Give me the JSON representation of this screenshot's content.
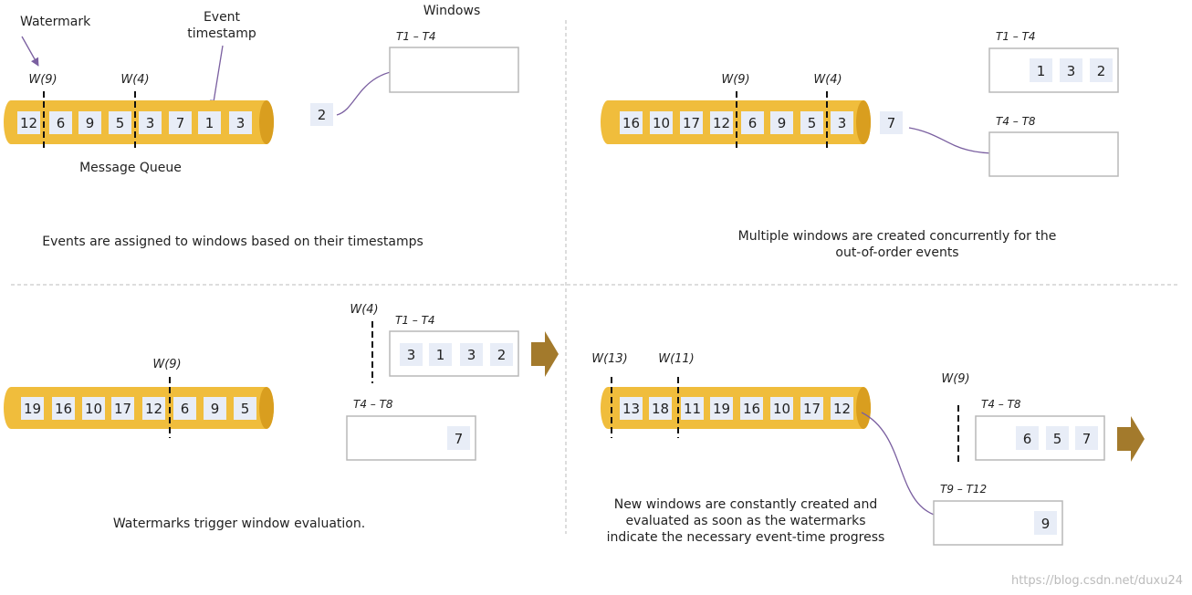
{
  "colors": {
    "tube": "#f0bd3c",
    "tube_dark": "#d99e1f",
    "event_box": "#e8edf7",
    "window_border": "#b8b8b8",
    "arrow": "#7a5fa0",
    "big_arrow": "#a37a2c",
    "divider": "#bbbbbb"
  },
  "labels": {
    "watermark": "Watermark",
    "event_line1": "Event",
    "event_line2": "timestamp",
    "windows": "Windows",
    "message_queue": "Message Queue"
  },
  "captions": {
    "q1": "Events are assigned to windows based on their timestamps",
    "q2_line1": "Multiple windows are created concurrently for the",
    "q2_line2": "out-of-order events",
    "q3": "Watermarks trigger window evaluation.",
    "q4_line1": "New windows are constantly created and",
    "q4_line2": "evaluated as soon as the watermarks",
    "q4_line3": "indicate the necessary event-time progress"
  },
  "q1": {
    "queue": [
      "12",
      "6",
      "9",
      "5",
      "3",
      "7",
      "1",
      "3"
    ],
    "watermarks": [
      "W(9)",
      "W(4)"
    ],
    "incoming": "2",
    "window": {
      "range": "T1 – T4",
      "events": []
    }
  },
  "q2": {
    "queue": [
      "16",
      "10",
      "17",
      "12",
      "6",
      "9",
      "5",
      "3"
    ],
    "watermarks": [
      "W(9)",
      "W(4)"
    ],
    "incoming": "7",
    "windows": [
      {
        "range": "T1 – T4",
        "events": [
          "1",
          "3",
          "2"
        ]
      },
      {
        "range": "T4 – T8",
        "events": []
      }
    ]
  },
  "q3": {
    "queue": [
      "19",
      "16",
      "10",
      "17",
      "12",
      "6",
      "9",
      "5"
    ],
    "watermarks": [
      "W(9)"
    ],
    "side_watermark": "W(4)",
    "windows": [
      {
        "range": "T1 – T4",
        "events": [
          "3",
          "1",
          "3",
          "2"
        ]
      },
      {
        "range": "T4 – T8",
        "events": [
          "7"
        ]
      }
    ]
  },
  "q4": {
    "queue": [
      "13",
      "18",
      "11",
      "19",
      "16",
      "10",
      "17",
      "12"
    ],
    "watermarks": [
      "W(13)",
      "W(11)"
    ],
    "side_watermark": "W(9)",
    "windows": [
      {
        "range": "T4 – T8",
        "events": [
          "6",
          "5",
          "7"
        ]
      },
      {
        "range": "T9 – T12",
        "events": [
          "9"
        ]
      }
    ]
  },
  "credit": "https://blog.csdn.net/duxu24"
}
